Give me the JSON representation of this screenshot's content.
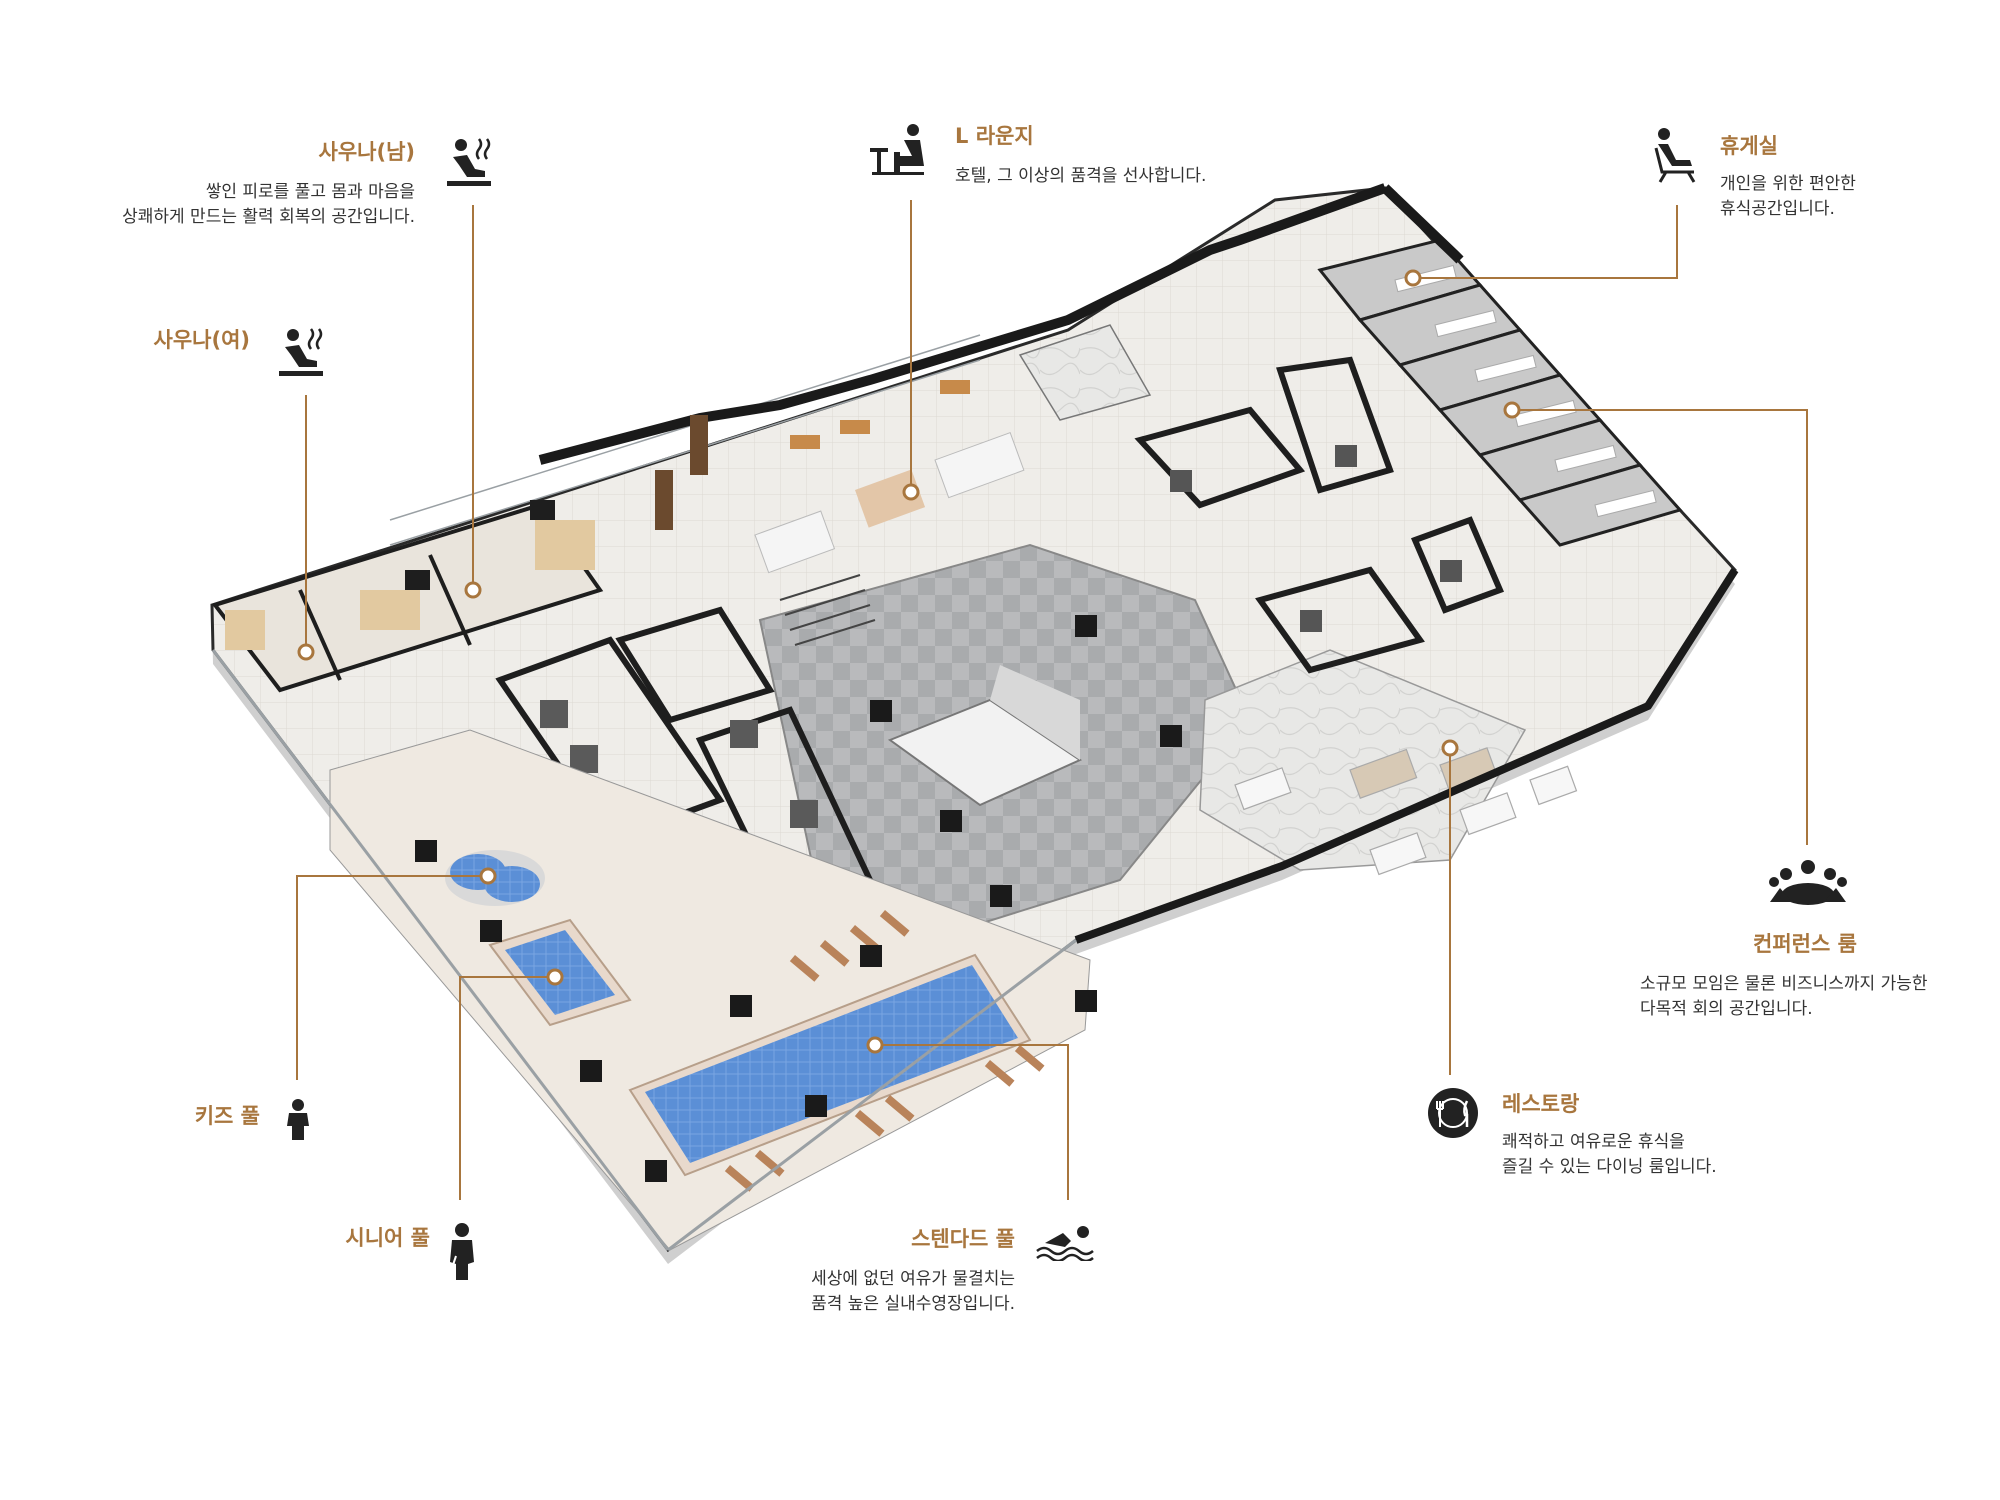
{
  "callouts": {
    "sauna_men": {
      "title": "사우나(남)",
      "desc": [
        "쌓인 피로를 풀고 몸과 마음을",
        "상쾌하게 만드는 활력 회복의 공간입니다."
      ],
      "icon": "sauna-icon"
    },
    "sauna_women": {
      "title": "사우나(여)",
      "icon": "sauna-icon"
    },
    "l_lounge": {
      "title": "L 라운지",
      "desc": [
        "호텔, 그 이상의 품격을 선사합니다."
      ],
      "icon": "lounge-chair-icon"
    },
    "rest_room": {
      "title": "휴게실",
      "desc": [
        "개인을 위한 편안한",
        "휴식공간입니다."
      ],
      "icon": "reclining-person-icon"
    },
    "conference": {
      "title": "컨퍼런스 룸",
      "desc": [
        "소규모 모임은 물론 비즈니스까지 가능한",
        "다목적 회의 공간입니다."
      ],
      "icon": "meeting-group-icon"
    },
    "restaurant": {
      "title": "레스토랑",
      "desc": [
        "쾌적하고 여유로운 휴식을",
        "즐길 수 있는 다이닝 룸입니다."
      ],
      "icon": "fork-knife-icon"
    },
    "standard_pool": {
      "title": "스텐다드 풀",
      "desc": [
        "세상에 없던 여유가 물결치는",
        "품격 높은 실내수영장입니다."
      ],
      "icon": "swimmer-icon"
    },
    "senior_pool": {
      "title": "시니어 풀",
      "icon": "senior-person-icon"
    },
    "kids_pool": {
      "title": "키즈 풀",
      "icon": "child-icon"
    }
  },
  "colors": {
    "accent": "#a8763e",
    "wall": "#1e1e1e",
    "floor": "#ebe9e4",
    "pool_water": "#5b8fd6",
    "text": "#333333"
  }
}
